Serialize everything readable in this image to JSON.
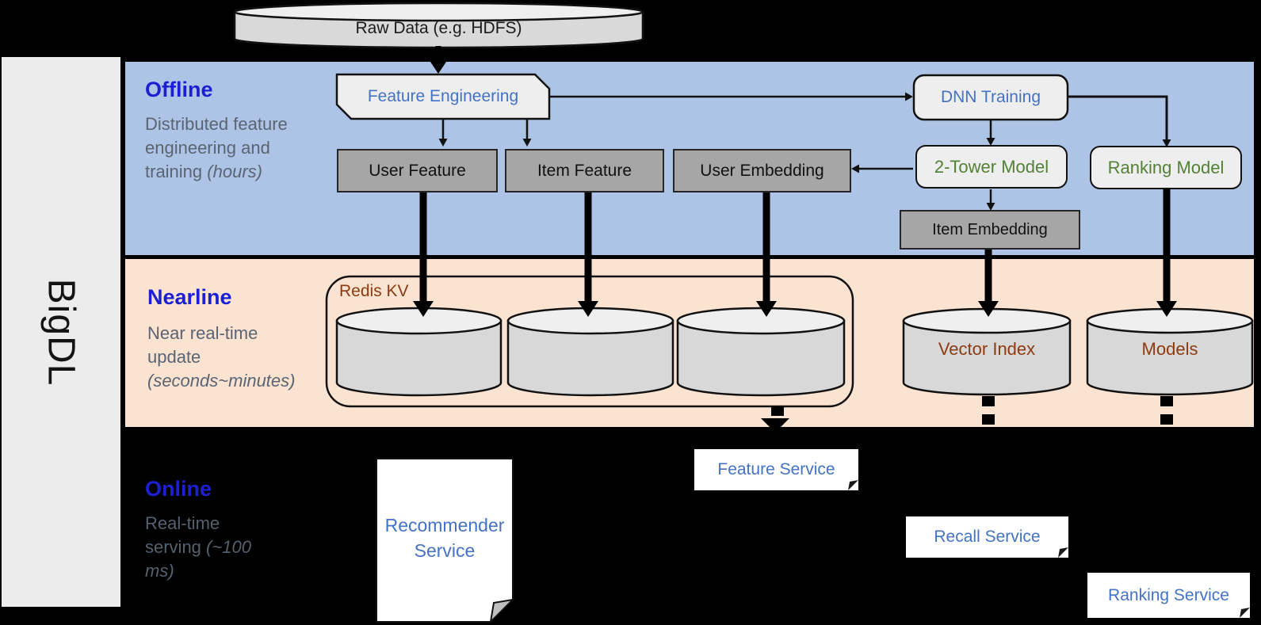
{
  "brand": {
    "label": "BigDL"
  },
  "palette": {
    "offline_bg": "#aec4e6",
    "nearline_bg": "#fbe3d2",
    "online_bg": "#000000",
    "section_title_blue": "#1c20d2",
    "description_gray": "#5a6472",
    "node_text_blue": "#4472c4",
    "model_text_green": "#538135",
    "store_text_brown": "#8c3b10",
    "gray_box_fill": "#a6a6a6",
    "light_box_fill": "#eeeeee",
    "cylinder_fill": "#d8d8d8"
  },
  "datasource": {
    "label": "Raw Data (e.g. HDFS)"
  },
  "offline": {
    "title": "Offline",
    "desc": "Distributed feature engineering and training ",
    "desc_italic": "(hours)",
    "feature_engineering": "Feature Engineering",
    "dnn_training": "DNN Training",
    "user_feature": "User Feature",
    "item_feature": "Item Feature",
    "user_embedding": "User Embedding",
    "two_tower_model": "2-Tower Model",
    "ranking_model": "Ranking Model",
    "item_embedding": "Item Embedding"
  },
  "nearline": {
    "title": "Nearline",
    "desc": "Near real-time update ",
    "desc_italic": "(seconds~minutes)",
    "redis_kv": "Redis KV",
    "vector_index": "Vector Index",
    "models": "Models"
  },
  "online": {
    "title": "Online",
    "desc": "Real-time serving ",
    "desc_italic": "(~100 ms)",
    "recommender_service": "Recommender Service",
    "feature_service": "Feature Service",
    "recall_service": "Recall Service",
    "ranking_service": "Ranking Service"
  }
}
